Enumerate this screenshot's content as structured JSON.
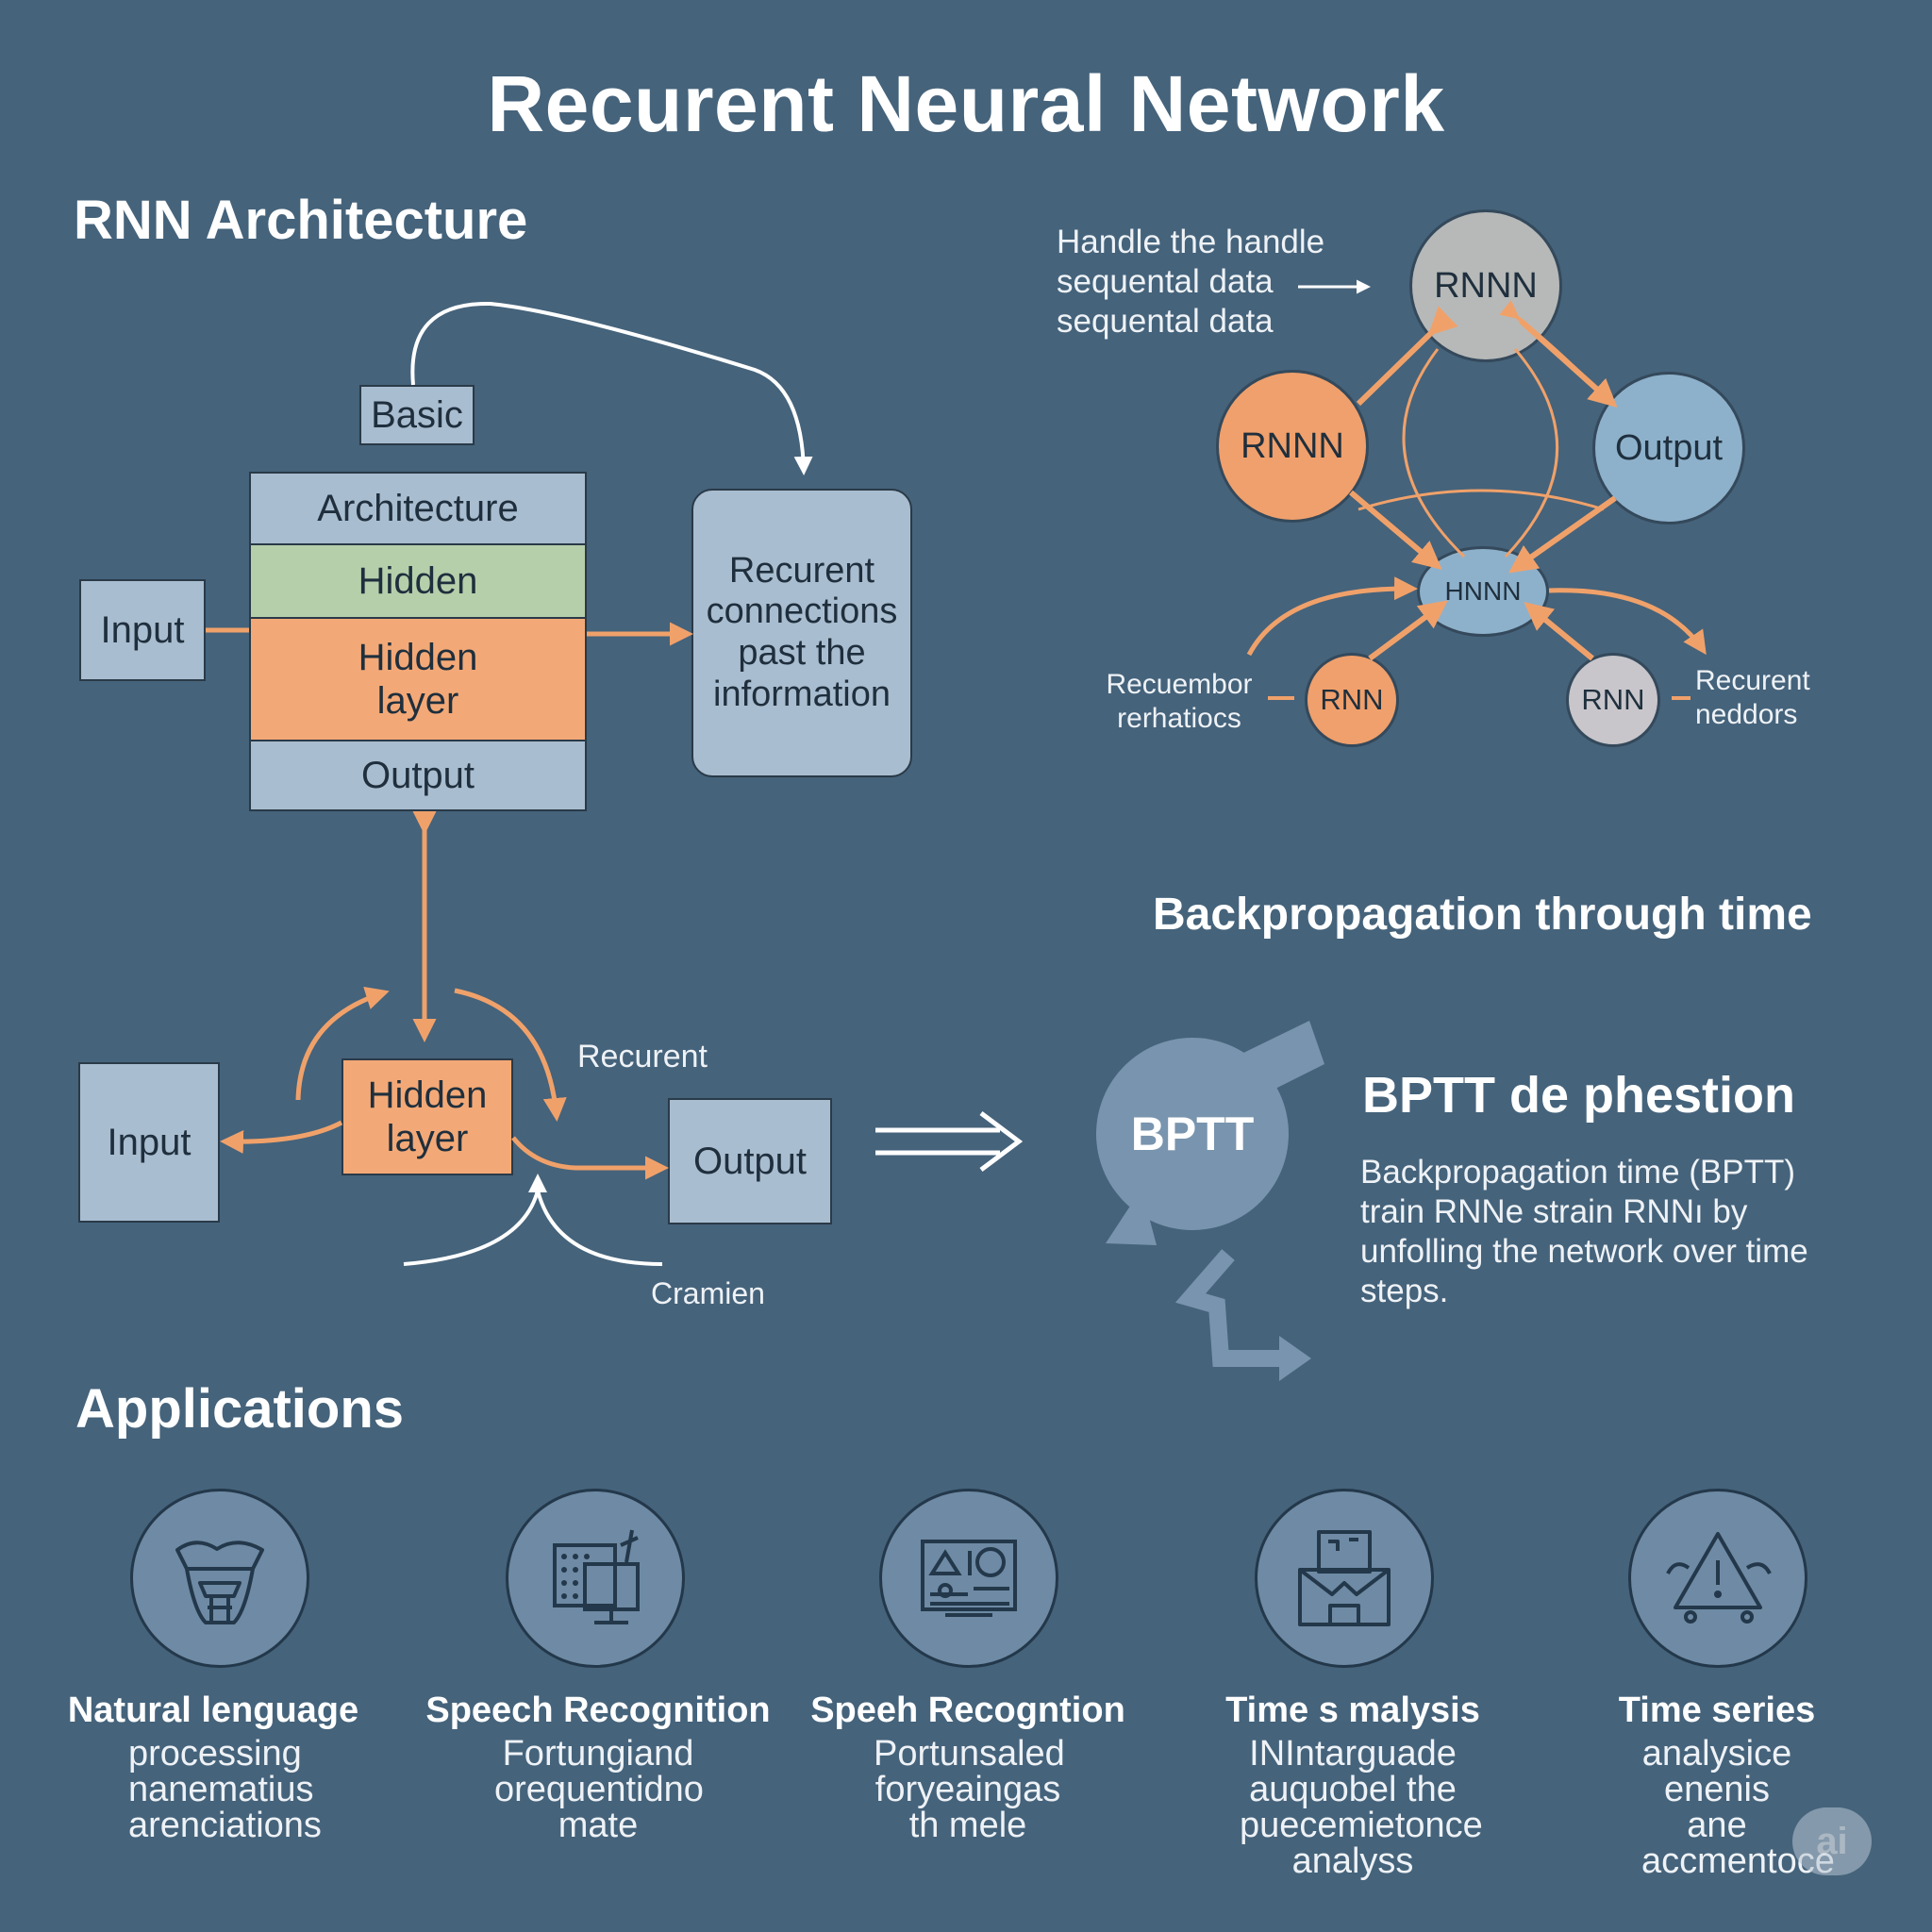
{
  "title": "Recurent Neural Network",
  "architecture": {
    "heading": "RNN Architecture",
    "basic_label": "Basic",
    "stack": {
      "architecture": "Architecture",
      "hidden": "Hidden",
      "hidden_layer": "Hidden layer",
      "output": "Output"
    },
    "input_label": "Input",
    "recurrent_box": "Recurent connections past the information"
  },
  "network": {
    "handle_text": "Handle the handle sequental data sequental data",
    "node_top": "RNNN",
    "node_left": "RNNN",
    "node_right": "Output",
    "node_center": "HNNN",
    "node_bottom_left": "RNN",
    "node_bottom_right": "RNN",
    "label_left": "Recuembor rerhatiocs",
    "label_right": "Recurent neddors"
  },
  "unrolled": {
    "input_label": "Input",
    "hidden_label": "Hidden layer",
    "output_label": "Output",
    "recurrent_label": "Recurent",
    "caption": "Cramien"
  },
  "bptt": {
    "heading": "Backpropagation through time",
    "badge": "BPTT",
    "subheading": "BPTT de phestion",
    "description": "Backpropagation time (BPTT) train RNNe strain RNNı by unfolling the network over time steps."
  },
  "applications": {
    "heading": "Applications",
    "items": [
      {
        "title": "Natural lenguage",
        "desc": "processing nanematius arenciations",
        "icon": "brain-icon"
      },
      {
        "title": "Speech Recognition",
        "desc": "Fortungiand orequentidno mate",
        "icon": "computer-icon"
      },
      {
        "title": "Speeh Recogntion",
        "desc": "Portunsaled foryeaingas th mele",
        "icon": "dashboard-icon"
      },
      {
        "title": "Time s malysis",
        "desc": "INIntarguade auquobel the puecemietonce analyss",
        "icon": "envelope-icon"
      },
      {
        "title": "Time series",
        "desc": "analysice enenis ane accmentoce",
        "icon": "warning-icon"
      }
    ]
  },
  "watermark": "ai",
  "colors": {
    "background": "#45637b",
    "orange": "#f3a977",
    "blue_box": "#a9bdd0",
    "green": "#b6cfab",
    "gray_node": "#b7b9b8",
    "arrow": "#f0a16a"
  }
}
